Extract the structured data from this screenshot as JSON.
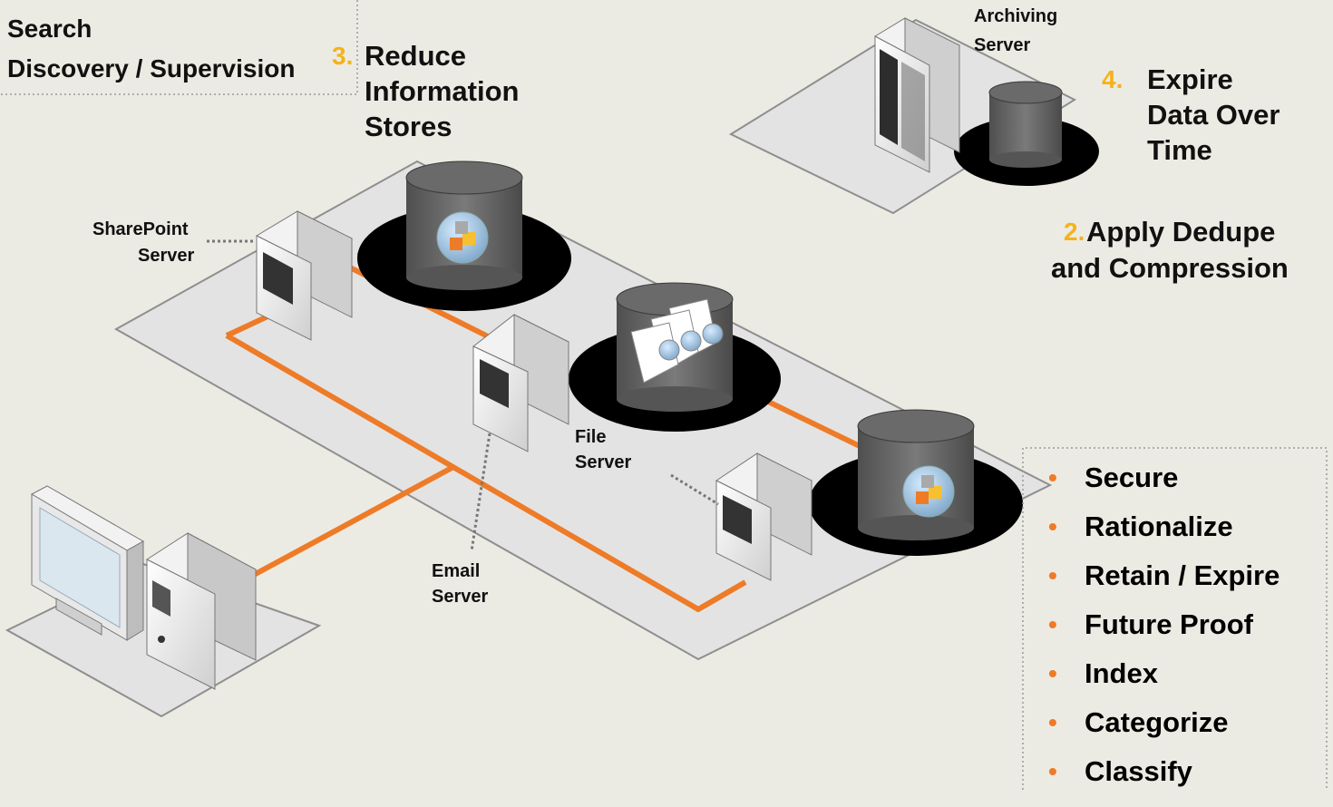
{
  "top_left_list": [
    "Search",
    "Discovery / Supervision"
  ],
  "steps": {
    "reduce": {
      "number": "3.",
      "line1": "Reduce",
      "line2": "Information",
      "line3": "Stores"
    },
    "expire": {
      "number": "4.",
      "line1": "Expire",
      "line2": "Data Over",
      "line3": "Time"
    },
    "dedupe": {
      "number": "2.",
      "line1": "Apply Dedupe",
      "line2": "and Compression"
    }
  },
  "server_labels": {
    "archiving": {
      "line1": "Archiving",
      "line2": "Server"
    },
    "sharepoint": {
      "line1": "SharePoint",
      "line2": "Server"
    },
    "file": {
      "line1": "File",
      "line2": "Server"
    },
    "email": {
      "line1": "Email",
      "line2": "Server"
    }
  },
  "capabilities": [
    "Secure",
    "Rationalize",
    "Retain / Expire",
    "Future Proof",
    "Index",
    "Categorize",
    "Classify"
  ],
  "colors": {
    "background": "#ecebe3",
    "accent_orange": "#ee7b27",
    "step_number_yellow": "#f6b21a",
    "platform": "#e3e3e3",
    "storage": "#6f6f6f"
  }
}
